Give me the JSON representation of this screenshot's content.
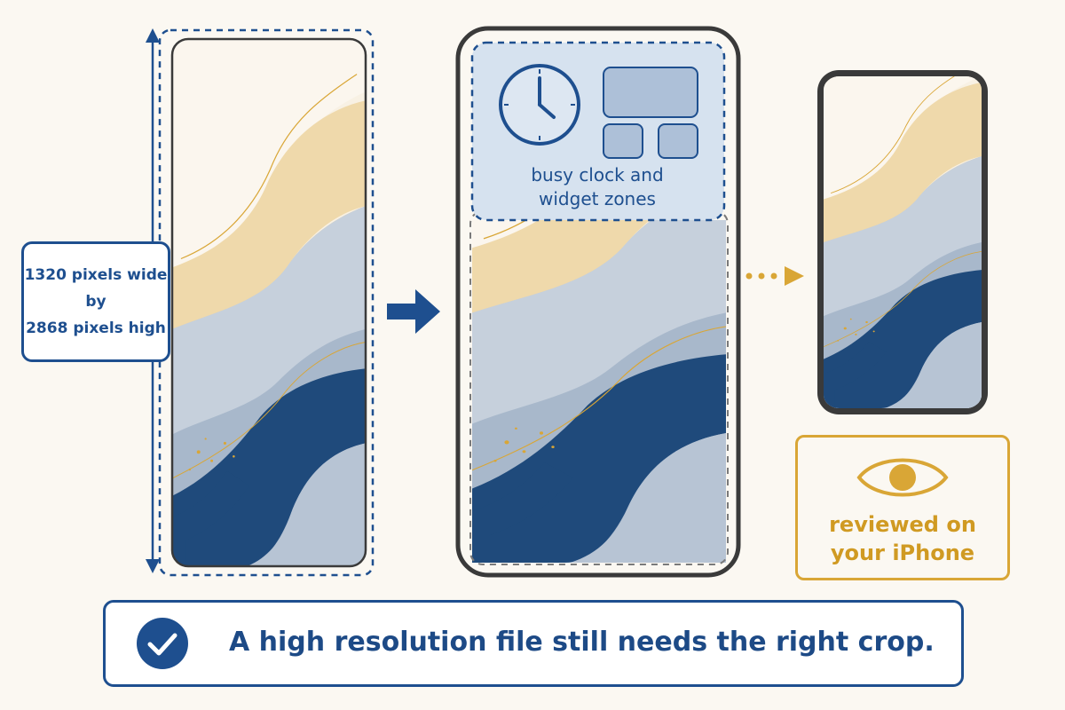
{
  "dimensions": {
    "line1": "1320 pixels wide",
    "line2": "by",
    "line3": "2868 pixels high"
  },
  "zone_caption": {
    "line1": "busy clock and",
    "line2": "widget zones"
  },
  "review": {
    "line1": "reviewed on",
    "line2": "your iPhone"
  },
  "banner": {
    "text": "A high resolution file still needs the right crop."
  },
  "icons": {
    "clock": "clock-icon",
    "widgets": "widget-block-icon",
    "arrow": "right-arrow-icon",
    "dotted_arrow": "dotted-arrow-icon",
    "eye": "eye-icon",
    "check": "check-circle-icon"
  },
  "colors": {
    "navy": "#1e4f8f",
    "gold": "#d9a636",
    "cream": "#fbf8f2",
    "zone_fill": "#d6e2ef"
  }
}
